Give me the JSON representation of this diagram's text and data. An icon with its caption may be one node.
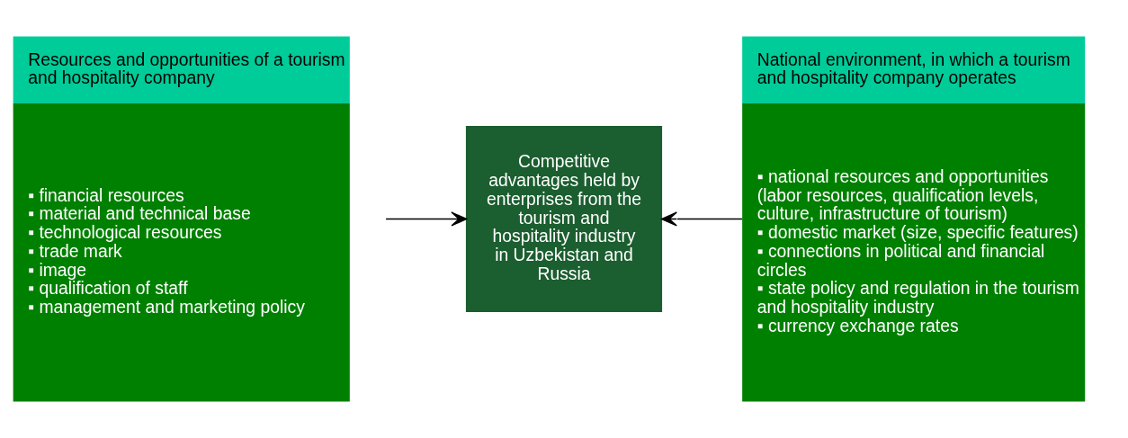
{
  "diagram": {
    "nodes": [
      {
        "text": [
          "Resources and opportunities of a tourism and hospitality company",
          "▪ financial resources",
          "▪ material and technical base",
          "▪ technological resources",
          "▪ trade mark",
          "▪ image",
          "▪ qualification of staff",
          "▪ management and marketing policy"
        ]
      },
      {
        "text": [
          "Competitive advantages held by enterprises from the tourism and hospitality industry in Uzbekistan and Russia"
        ]
      },
      {
        "text": [
          "National environment, in which a tourism and hospitality company operates",
          "▪ national resources and opportunities (labor resources, qualification levels, culture, infrastructure of tourism)",
          "▪ domestic market (size, specific features)",
          "▪ connections in political and financial circles",
          "▪ state policy and regulation in the tourism and hospitality industry",
          "▪ currency exchange rates"
        ]
      }
    ],
    "edges": [
      {
        "from": 0,
        "to": 1,
        "arrow": "to"
      },
      {
        "from": 2,
        "to": 1,
        "arrow": "to"
      }
    ]
  }
}
